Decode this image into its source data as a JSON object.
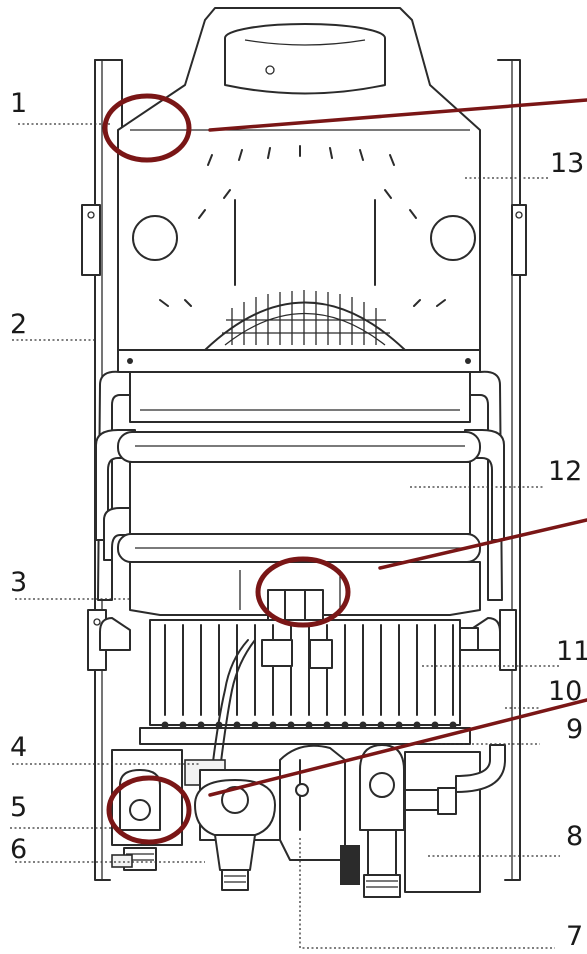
{
  "diagram": {
    "labels": [
      {
        "id": "label-1",
        "text": "1"
      },
      {
        "id": "label-2",
        "text": "2"
      },
      {
        "id": "label-3",
        "text": "3"
      },
      {
        "id": "label-4",
        "text": "4"
      },
      {
        "id": "label-5",
        "text": "5"
      },
      {
        "id": "label-6",
        "text": "6"
      },
      {
        "id": "label-7",
        "text": "7"
      },
      {
        "id": "label-8",
        "text": "8"
      },
      {
        "id": "label-9",
        "text": "9"
      },
      {
        "id": "label-10",
        "text": "10"
      },
      {
        "id": "label-11",
        "text": "11"
      },
      {
        "id": "label-12",
        "text": "12"
      },
      {
        "id": "label-13",
        "text": "13"
      }
    ],
    "highlight_color": "#7a1616",
    "line_color": "#2b2b2b"
  }
}
